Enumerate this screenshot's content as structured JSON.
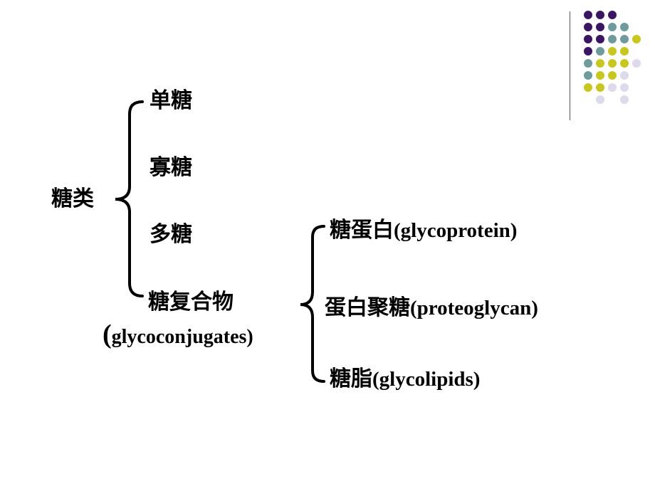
{
  "decoration": {
    "dot_colors": {
      "p": "#3b1466",
      "t": "#6e9c9c",
      "y": "#c9c81a",
      "l": "#dcdaec"
    },
    "dot_rows": [
      "ppp--",
      "pptt-",
      "pptty",
      "ptyy-",
      "tyyyl",
      "tyyl-",
      "yyll-",
      "-l-l-"
    ]
  },
  "diagram": {
    "root": "糖类",
    "level1": {
      "mono": "单糖",
      "oligo": "寡糖",
      "poly": "多糖",
      "conj_zh": "糖复合物",
      "conj_open_paren": "(",
      "conj_en": "glycoconjugates)"
    },
    "level2": {
      "glycoprotein_zh": "糖蛋白",
      "glycoprotein_en": "(glycoprotein)",
      "proteoglycan_zh": "蛋白聚糖",
      "proteoglycan_en": "(proteoglycan)",
      "glycolipid_zh": "糖脂",
      "glycolipid_en": "(glycolipids)"
    }
  }
}
